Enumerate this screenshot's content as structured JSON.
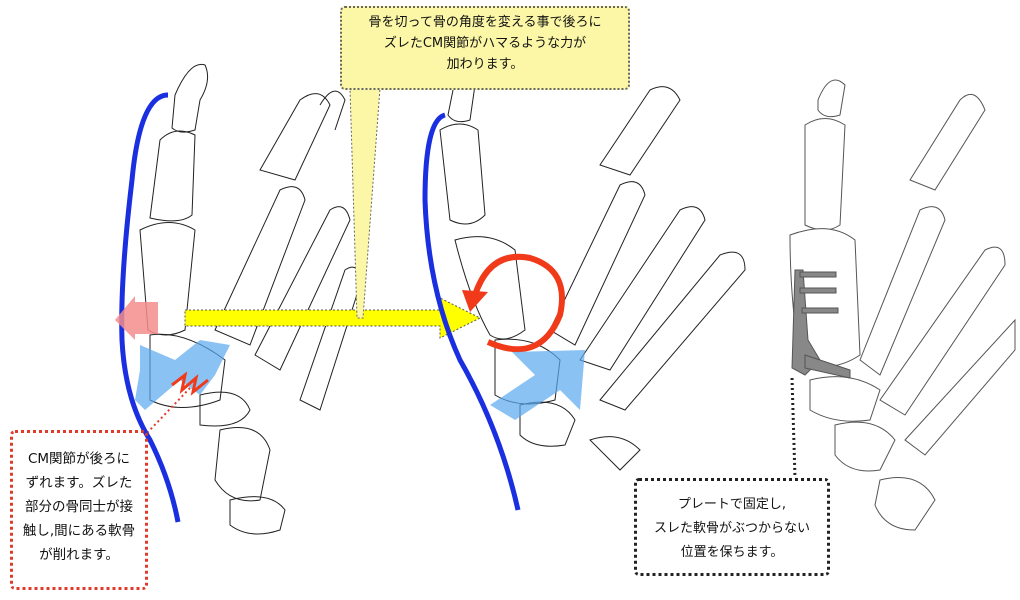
{
  "notes": {
    "top": "骨を切って骨の角度を変える事で後ろに\nズレたCM関節がハマるような力が\n加わります。",
    "left": "CM関節が後ろに\nずれます。ズレた\n部分の骨同士が接\n触し,間にある軟骨\nが削れます。",
    "right": "プレートで固定し,\nスレた軟骨がぶつからない\n位置を保ちます。"
  },
  "colors": {
    "skin_line": "#1a2fe0",
    "arrow_yellow": "#ffff00",
    "rotation_red": "#f03a1a",
    "pressure_blue": "#5aa8f0",
    "plate_gray": "#888888",
    "note_left_border": "#e03a2a",
    "note_top_fill": "#fbf7a6"
  }
}
